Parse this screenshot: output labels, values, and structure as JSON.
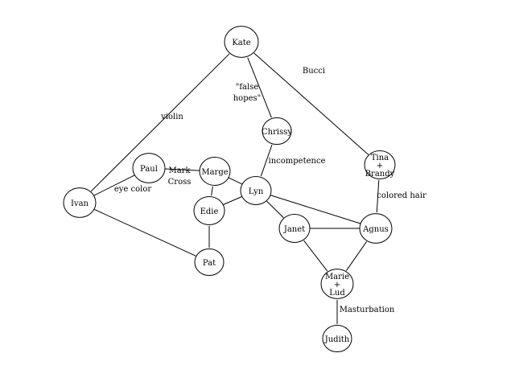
{
  "nodes": [
    {
      "id": "kate",
      "label": [
        "Kate"
      ]
    },
    {
      "id": "chrissy",
      "label": [
        "Chrissy"
      ]
    },
    {
      "id": "tina",
      "label": [
        "Tina",
        "+",
        "Brandy"
      ]
    },
    {
      "id": "paul",
      "label": [
        "Paul"
      ]
    },
    {
      "id": "marge",
      "label": [
        "Marge"
      ]
    },
    {
      "id": "ivan",
      "label": [
        "Ivan"
      ]
    },
    {
      "id": "lyn",
      "label": [
        "Lyn"
      ]
    },
    {
      "id": "edie",
      "label": [
        "Edie"
      ]
    },
    {
      "id": "janet",
      "label": [
        "Janet"
      ]
    },
    {
      "id": "agnus",
      "label": [
        "Agnus"
      ]
    },
    {
      "id": "pat",
      "label": [
        "Pat"
      ]
    },
    {
      "id": "marie",
      "label": [
        "Marie",
        "+",
        "Lud"
      ]
    },
    {
      "id": "judith",
      "label": [
        "Judith"
      ]
    }
  ],
  "edges": [
    {
      "from": "kate",
      "to": "ivan",
      "label": [
        "violin"
      ]
    },
    {
      "from": "kate",
      "to": "chrissy",
      "label": [
        "\"false",
        "hopes\""
      ]
    },
    {
      "from": "kate",
      "to": "tina",
      "label": [
        "Bucci"
      ]
    },
    {
      "from": "chrissy",
      "to": "lyn",
      "label": [
        "incompetence"
      ]
    },
    {
      "from": "tina",
      "to": "agnus",
      "label": [
        "colored hair"
      ]
    },
    {
      "from": "paul",
      "to": "ivan",
      "label": [
        "eye color"
      ]
    },
    {
      "from": "paul",
      "to": "marge",
      "label": [
        "Mark",
        "Cross"
      ]
    },
    {
      "from": "marge",
      "to": "lyn",
      "label": []
    },
    {
      "from": "marge",
      "to": "edie",
      "label": []
    },
    {
      "from": "edie",
      "to": "lyn",
      "label": []
    },
    {
      "from": "edie",
      "to": "pat",
      "label": []
    },
    {
      "from": "ivan",
      "to": "pat",
      "label": []
    },
    {
      "from": "lyn",
      "to": "agnus",
      "label": []
    },
    {
      "from": "lyn",
      "to": "janet",
      "label": []
    },
    {
      "from": "janet",
      "to": "agnus",
      "label": []
    },
    {
      "from": "janet",
      "to": "marie",
      "label": []
    },
    {
      "from": "agnus",
      "to": "marie",
      "label": []
    },
    {
      "from": "marie",
      "to": "judith",
      "label": [
        "Masturbation"
      ]
    }
  ]
}
